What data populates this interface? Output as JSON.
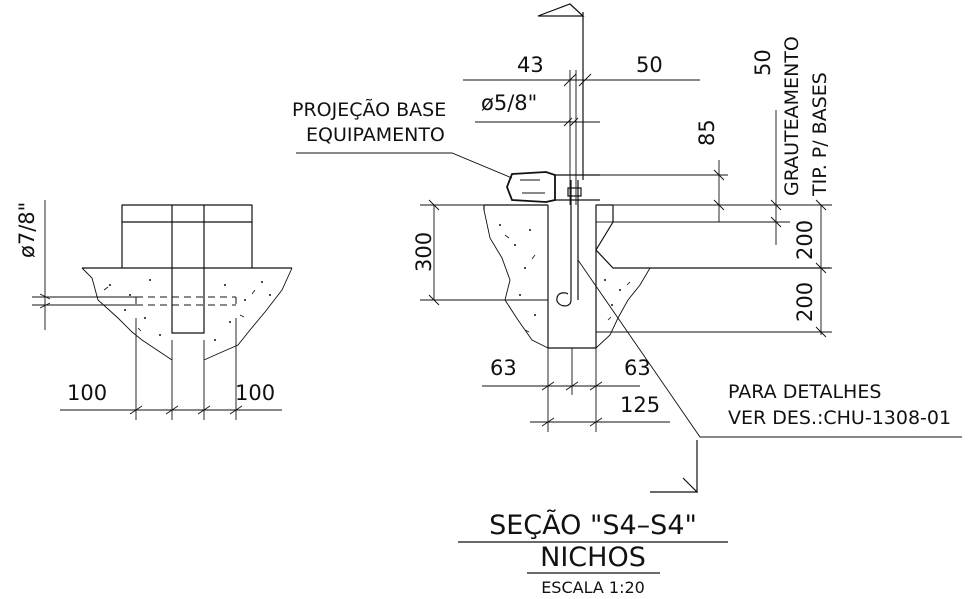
{
  "left_detail": {
    "dim_diameter": "ø7/8\"",
    "dim_left": "100",
    "dim_right": "100"
  },
  "section": {
    "label_projecao_1": "PROJEÇÃO BASE",
    "label_projecao_2": "EQUIPAMENTO",
    "dim_43": "43",
    "dim_50_top": "50",
    "dim_diameter": "ø5/8\"",
    "dim_85": "85",
    "dim_50_vert": "50",
    "graut_1": "GRAUTEAMENTO",
    "graut_2": "TIP. P/ BASES",
    "dim_300": "300",
    "dim_200_a": "200",
    "dim_200_b": "200",
    "dim_63_left": "63",
    "dim_63_right": "63",
    "dim_125": "125",
    "ref_1": "PARA DETALHES",
    "ref_2": "VER DES.:CHU-1308-01"
  },
  "title": {
    "line1": "SEÇÃO \"S4–S4\"",
    "line2": "NICHOS",
    "scale": "ESCALA 1:20"
  }
}
